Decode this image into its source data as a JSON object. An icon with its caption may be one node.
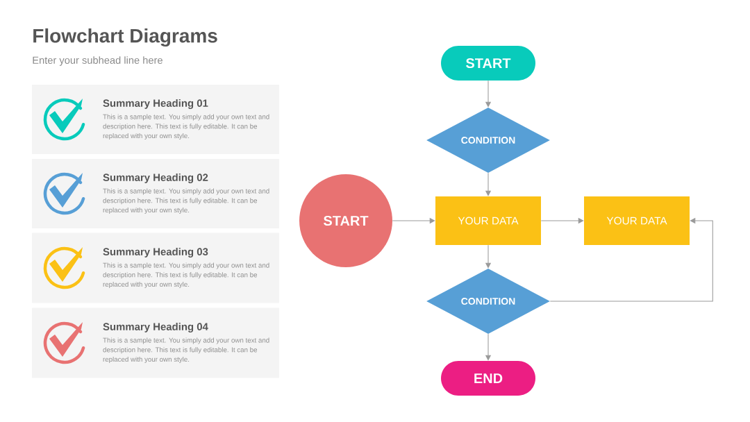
{
  "diagram": {
    "title": "Flowchart Diagrams",
    "nodes": [
      {
        "text": [
          "Summary Heading 01",
          "This is a sample text. You simply add your own text and description here. This text is fully editable. It can be replaced with your own style."
        ]
      },
      {
        "text": [
          "Summary Heading 02",
          "This is a sample text. You simply add your own text and description here. This text is fully editable. It can be replaced with your own style."
        ]
      },
      {
        "text": [
          "Summary Heading 03",
          "This is a sample text. You simply add your own text and description here. This text is fully editable. It can be replaced with your own style."
        ]
      },
      {
        "text": [
          "Summary Heading 04",
          "This is a sample text. You simply add your own text and description here. This text is fully editable. It can be replaced with your own style."
        ]
      },
      {
        "text": [
          "START"
        ]
      },
      {
        "text": [
          "CONDITION"
        ]
      },
      {
        "text": [
          "START"
        ]
      },
      {
        "text": [
          "YOUR DATA"
        ]
      },
      {
        "text": [
          "YOUR DATA"
        ]
      },
      {
        "text": [
          "CONDITION"
        ]
      },
      {
        "text": [
          "END"
        ]
      }
    ],
    "edges": [
      {
        "from": 4,
        "to": 5,
        "arrow": "to"
      },
      {
        "from": 5,
        "to": 7,
        "arrow": "to"
      },
      {
        "from": 6,
        "to": 7,
        "arrow": "to"
      },
      {
        "from": 7,
        "to": 8,
        "arrow": "to"
      },
      {
        "from": 7,
        "to": 9,
        "arrow": "to"
      },
      {
        "from": 9,
        "to": 8,
        "arrow": "to"
      },
      {
        "from": 9,
        "to": 10,
        "arrow": "to"
      }
    ],
    "labels": [
      "Enter your subhead line here"
    ]
  }
}
